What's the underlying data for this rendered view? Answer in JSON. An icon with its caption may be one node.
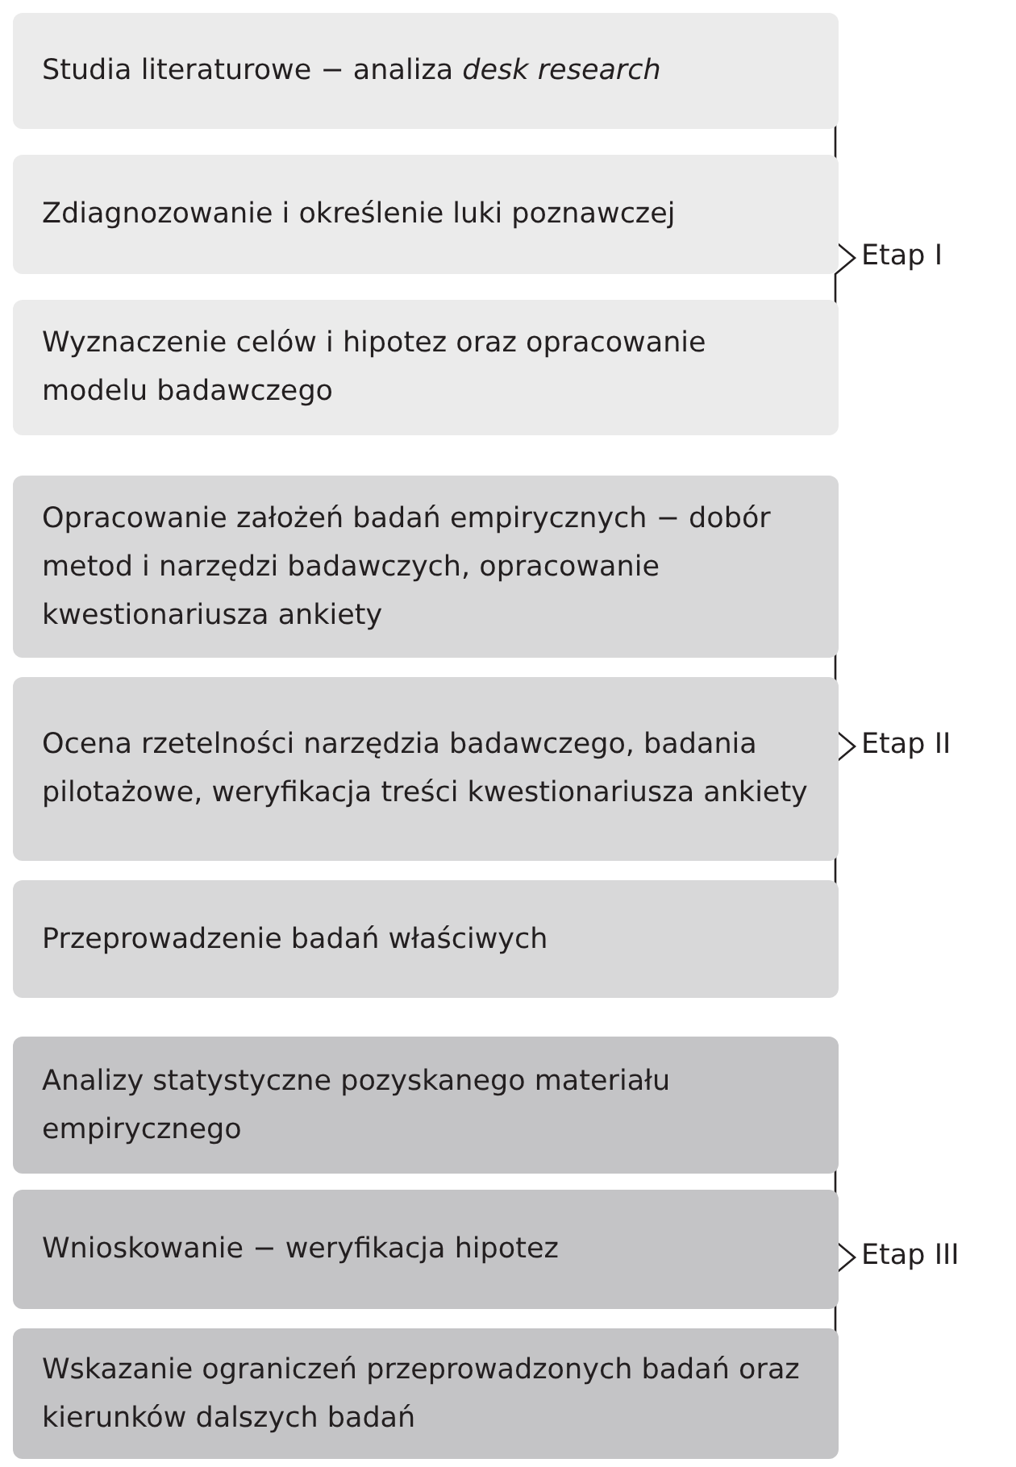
{
  "diagram": {
    "nodes": [
      {
        "text": [
          "Studia literaturowe − analiza *desk research*"
        ]
      },
      {
        "text": [
          "Zdiagnozowanie i określenie luki poznawczej"
        ]
      },
      {
        "text": [
          "Wyznaczenie celów i hipotez oraz opracowanie modelu badawczego"
        ]
      },
      {
        "text": [
          "Opracowanie założeń badań empirycznych − dobór metod i narzędzi badawczych, opracowanie kwestionariusza ankiety"
        ]
      },
      {
        "text": [
          "Ocena rzetelności narzędzia badawczego, badania pilotażowe, weryfikacja treści kwestionariusza ankiety"
        ]
      },
      {
        "text": [
          "Przeprowadzenie badań właściwych"
        ]
      },
      {
        "text": [
          "Analizy statystyczne pozyskanego materiału empirycznego"
        ]
      },
      {
        "text": [
          "Wnioskowanie − weryfikacja hipotez"
        ]
      },
      {
        "text": [
          "Wskazanie ograniczeń przeprowadzonych badań oraz kierunków dalszych badań"
        ]
      }
    ],
    "labels": [
      "Etap I",
      "Etap II",
      "Etap III"
    ]
  }
}
